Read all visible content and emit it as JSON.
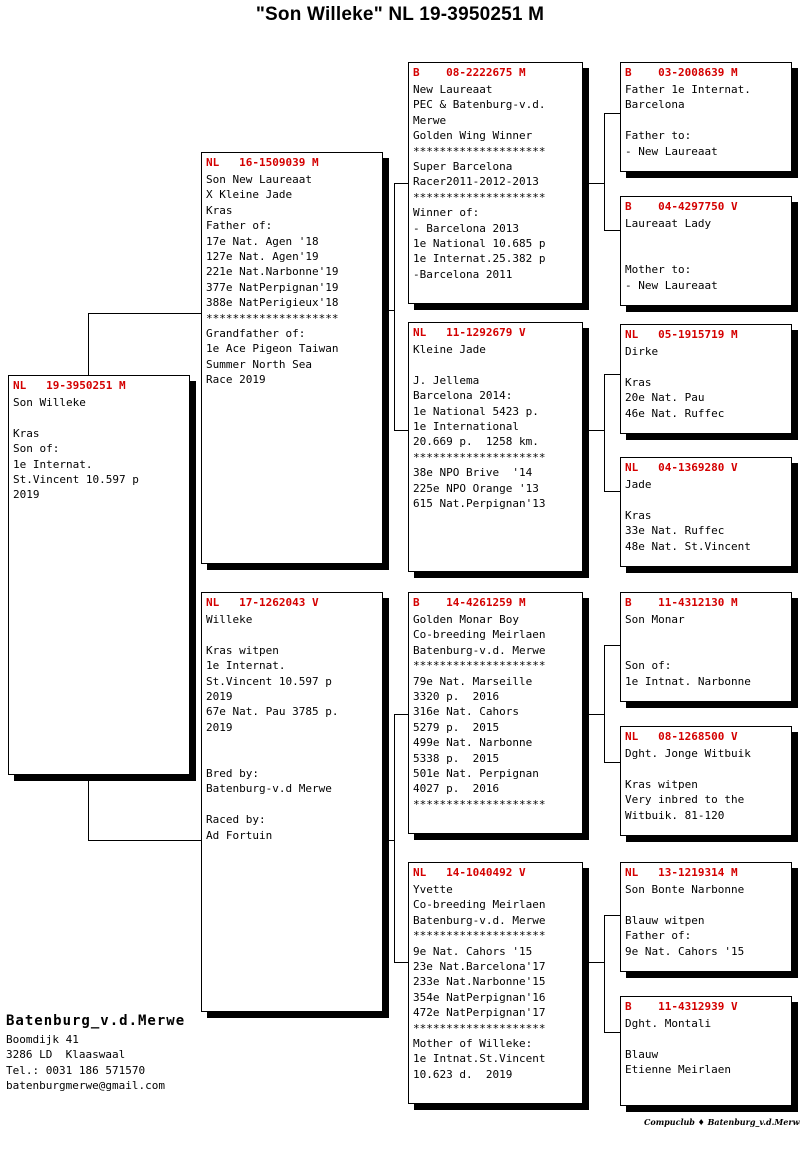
{
  "title": "\"Son Willeke\"  NL  19-3950251 M",
  "colors": {
    "ring_red": "#d40000",
    "text": "#000000",
    "shadow": "#000000",
    "background": "#ffffff"
  },
  "subject": {
    "ring": "NL   19-3950251 M",
    "lines": "Son Willeke\n\nKras\nSon of:\n1e Internat.\nSt.Vincent 10.597 p\n2019"
  },
  "parents": [
    {
      "ring": "NL   16-1509039 M",
      "lines": "Son New Laureaat\nX Kleine Jade\nKras\nFather of:\n17e Nat. Agen '18\n127e Nat. Agen'19\n221e Nat.Narbonne'19\n377e NatPerpignan'19\n388e NatPerigieux'18\n********************\nGrandfather of:\n1e Ace Pigeon Taiwan\nSummer North Sea\nRace 2019"
    },
    {
      "ring": "NL   17-1262043 V",
      "lines": "Willeke\n\nKras witpen\n1e Internat.\nSt.Vincent 10.597 p\n2019\n67e Nat. Pau 3785 p.\n2019\n\n\nBred by:\nBatenburg-v.d Merwe\n\nRaced by:\nAd Fortuin"
    }
  ],
  "grandparents": [
    {
      "ring": "B    08-2222675 M",
      "lines": "New Laureaat\nPEC & Batenburg-v.d.\nMerwe\nGolden Wing Winner\n********************\nSuper Barcelona\nRacer2011-2012-2013\n********************\nWinner of:\n- Barcelona 2013\n1e National 10.685 p\n1e Internat.25.382 p\n-Barcelona 2011"
    },
    {
      "ring": "NL   11-1292679 V",
      "lines": "Kleine Jade\n\nJ. Jellema\nBarcelona 2014:\n1e National 5423 p.\n1e International\n20.669 p.  1258 km.\n********************\n38e NPO Brive  '14\n225e NPO Orange '13\n615 Nat.Perpignan'13"
    },
    {
      "ring": "B    14-4261259 M",
      "lines": "Golden Monar Boy\nCo-breeding Meirlaen\nBatenburg-v.d. Merwe\n********************\n79e Nat. Marseille\n3320 p.  2016\n316e Nat. Cahors\n5279 p.  2015\n499e Nat. Narbonne\n5338 p.  2015\n501e Nat. Perpignan\n4027 p.  2016\n********************"
    },
    {
      "ring": "NL   14-1040492 V",
      "lines": "Yvette\nCo-breeding Meirlaen\nBatenburg-v.d. Merwe\n********************\n9e Nat. Cahors '15\n23e Nat.Barcelona'17\n233e Nat.Narbonne'15\n354e NatPerpignan'16\n472e NatPerpignan'17\n********************\nMother of Willeke:\n1e Intnat.St.Vincent\n10.623 d.  2019"
    }
  ],
  "greatgrandparents": [
    {
      "ring": "B    03-2008639 M",
      "lines": "Father 1e Internat.\nBarcelona\n\nFather to:\n- New Laureaat"
    },
    {
      "ring": "B    04-4297750 V",
      "lines": "Laureaat Lady\n\n\nMother to:\n- New Laureaat"
    },
    {
      "ring": "NL   05-1915719 M",
      "lines": "Dirke\n\nKras\n20e Nat. Pau\n46e Nat. Ruffec"
    },
    {
      "ring": "NL   04-1369280 V",
      "lines": "Jade\n\nKras\n33e Nat. Ruffec\n48e Nat. St.Vincent"
    },
    {
      "ring": "B    11-4312130 M",
      "lines": "Son Monar\n\n\nSon of:\n1e Intnat. Narbonne"
    },
    {
      "ring": "NL   08-1268500 V",
      "lines": "Dght. Jonge Witbuik\n\nKras witpen\nVery inbred to the\nWitbuik. 81-120"
    },
    {
      "ring": "NL   13-1219314 M",
      "lines": "Son Bonte Narbonne\n\nBlauw witpen\nFather of:\n9e Nat. Cahors '15"
    },
    {
      "ring": "B    11-4312939 V",
      "lines": "Dght. Montali\n\nBlauw\nEtienne Meirlaen"
    }
  ],
  "footer": {
    "name": "Batenburg_v.d.Merwe",
    "details": "Boomdijk 41\n3286 LD  Klaaswaal\nTel.: 0031 186 571570\nbatenburgmerwe@gmail.com",
    "credit": "Compuclub ♦ Batenburg_v.d.Merwe"
  }
}
